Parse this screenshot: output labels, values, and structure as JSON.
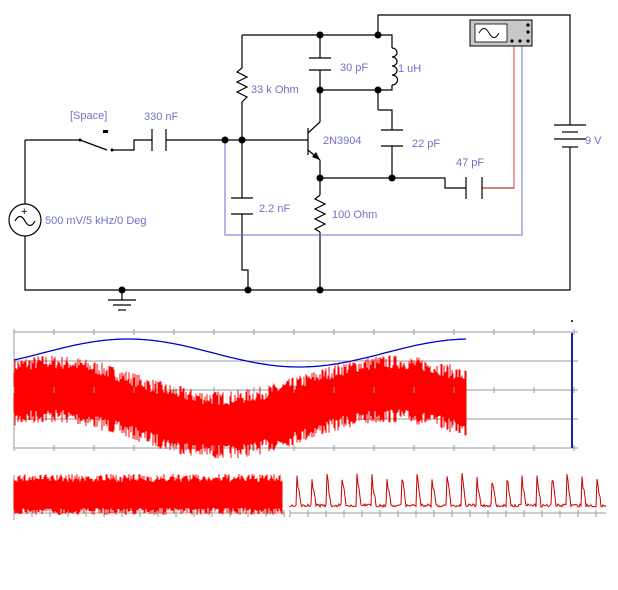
{
  "circuit": {
    "switch_key": "[Space]",
    "c_input": "330 nF",
    "r_bias": "33 k Ohm",
    "c_tank": "30 pF",
    "l_tank": "1 uH",
    "transistor": "2N3904",
    "c_feedback": "22 pF",
    "c_output": "47 pF",
    "c_bypass": "2.2 nF",
    "r_emitter": "100  Ohm",
    "source": "500 mV/5 kHz/0 Deg",
    "battery": "9 V"
  },
  "colors": {
    "wire": "#000000",
    "label": "#7070c8",
    "probe_red": "#e04040",
    "probe_blue": "#7070c8",
    "trace_blue": "#0000cc",
    "trace_red": "#ff0000",
    "grid": "#9a9a9a"
  },
  "icons": [
    "oscilloscope-icon",
    "ground-icon",
    "ac-source-icon",
    "battery-icon"
  ]
}
